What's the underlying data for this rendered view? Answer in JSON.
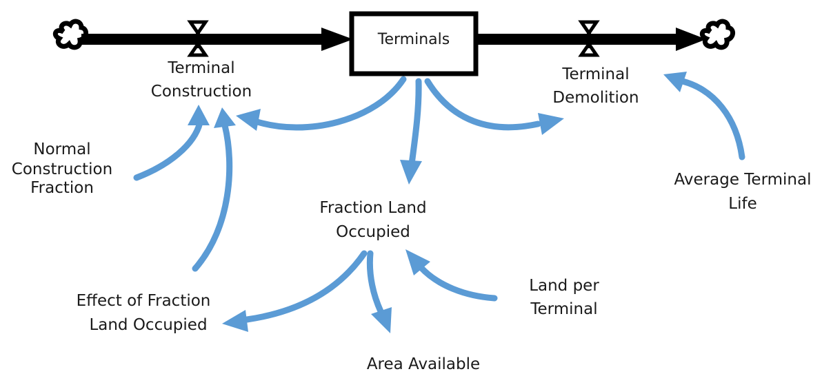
{
  "stock": {
    "label": "Terminals"
  },
  "flows": {
    "inflow": {
      "label_line1": "Terminal",
      "label_line2": "Construction"
    },
    "outflow": {
      "label_line1": "Terminal",
      "label_line2": "Demolition"
    }
  },
  "variables": {
    "normal_construction_fraction": {
      "line1": "Normal",
      "line2": "Construction",
      "line3": "Fraction"
    },
    "fraction_land_occupied": {
      "line1": "Fraction Land",
      "line2": "Occupied"
    },
    "average_terminal_life": {
      "line1": "Average Terminal",
      "line2": "Life"
    },
    "effect_of_fraction_land_occupied": {
      "line1": "Effect of Fraction",
      "line2": "Land Occupied"
    },
    "land_per_terminal": {
      "line1": "Land per",
      "line2": "Terminal"
    },
    "area_available": {
      "line1": "Area Available"
    }
  },
  "colors": {
    "link": "#5b9bd5",
    "flow": "#000000",
    "stock_border": "#000000",
    "text": "#1a1a1a"
  },
  "icons": {
    "source": "cloud-icon",
    "sink": "cloud-icon",
    "valve": "valve-icon"
  }
}
